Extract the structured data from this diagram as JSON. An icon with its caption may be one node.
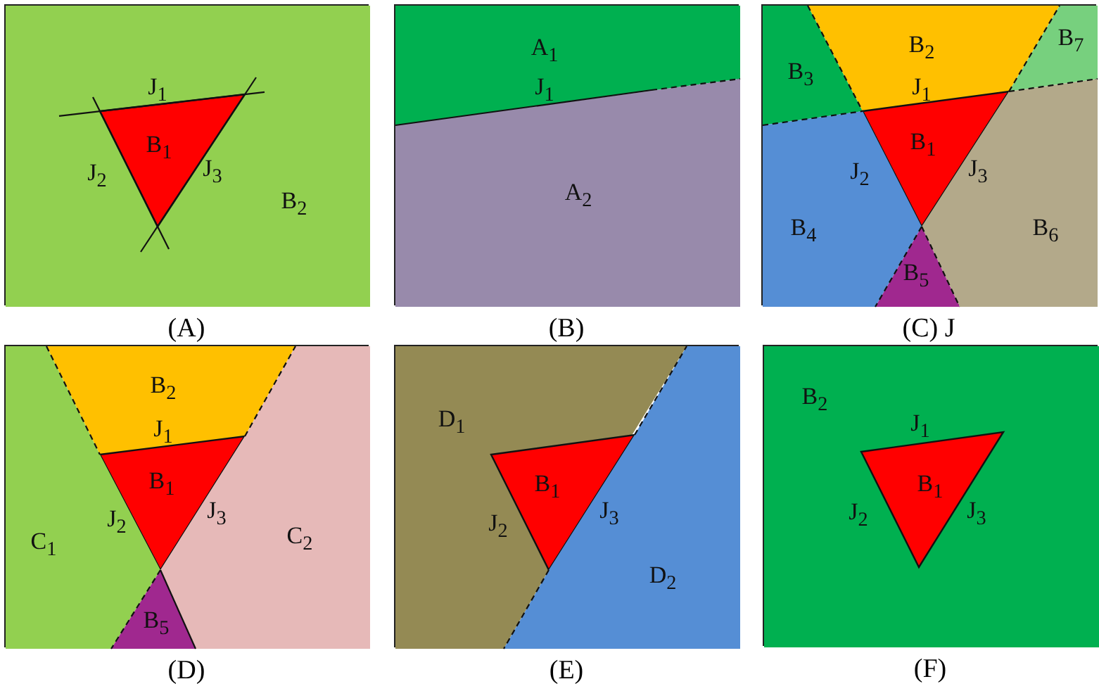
{
  "diagram": {
    "nodes": [
      {
        "text": [
          "(A)"
        ]
      },
      {
        "text": [
          "B$_{2}$"
        ],
        "in": 0
      },
      {
        "text": [
          "B$_{1}$"
        ],
        "in": 1
      },
      {
        "text": [
          "(B)"
        ]
      },
      {
        "text": [
          "A$_{1}$"
        ],
        "in": 3
      },
      {
        "text": [
          "A$_{2}$"
        ],
        "in": 3
      },
      {
        "text": [
          "(C) J"
        ]
      },
      {
        "text": [
          "B$_{2}$"
        ],
        "in": 6
      },
      {
        "text": [
          "B$_{7}$"
        ],
        "in": 6
      },
      {
        "text": [
          "B$_{3}$"
        ],
        "in": 6
      },
      {
        "text": [
          "B$_{1}$"
        ],
        "in": 6
      },
      {
        "text": [
          "B$_{4}$"
        ],
        "in": 6
      },
      {
        "text": [
          "B$_{6}$"
        ],
        "in": 6
      },
      {
        "text": [
          "B$_{5}$"
        ],
        "in": 6
      },
      {
        "text": [
          "(D)"
        ]
      },
      {
        "text": [
          "B$_{2}$"
        ],
        "in": 14
      },
      {
        "text": [
          "B$_{1}$"
        ],
        "in": 14
      },
      {
        "text": [
          "C$_{1}$"
        ],
        "in": 14
      },
      {
        "text": [
          "C$_{2}$"
        ],
        "in": 14
      },
      {
        "text": [
          "B$_{5}$"
        ],
        "in": 14
      },
      {
        "text": [
          "(E)"
        ]
      },
      {
        "text": [
          "D$_{1}$"
        ],
        "in": 20
      },
      {
        "text": [
          "B$_{1}$"
        ],
        "in": 21
      },
      {
        "text": [
          "D$_{2}$"
        ],
        "in": 20
      },
      {
        "text": [
          "(F)"
        ]
      },
      {
        "text": [
          "B$_{2}$"
        ],
        "in": 24
      },
      {
        "text": [
          "B$_{1}$"
        ],
        "in": 25
      }
    ],
    "labels": [
      "J$_{1}$",
      "J$_{2}$",
      "J$_{3}$",
      "J$_{1}$",
      "J$_{1}$",
      "J$_{2}$",
      "J$_{3}$",
      "J$_{1}$",
      "J$_{2}$",
      "J$_{3}$",
      "J$_{2}$",
      "J$_{3}$",
      "J$_{1}$",
      "J$_{2}$",
      "J$_{3}$"
    ]
  }
}
